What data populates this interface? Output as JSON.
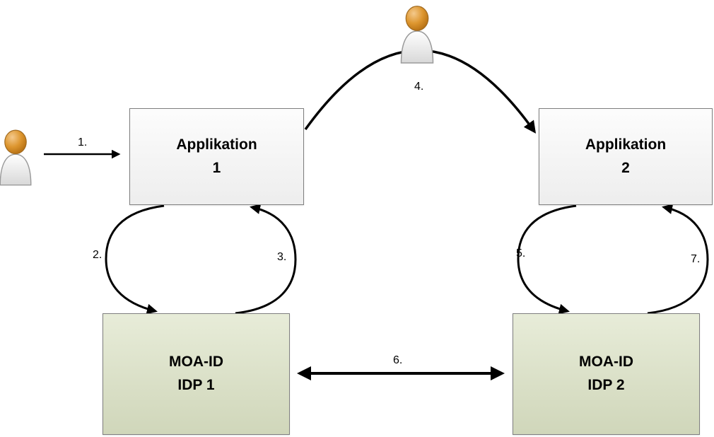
{
  "diagram": {
    "nodes": {
      "app1": {
        "line1": "Applikation",
        "line2": "1"
      },
      "app2": {
        "line1": "Applikation",
        "line2": "2"
      },
      "idp1": {
        "line1": "MOA-ID",
        "line2": "IDP 1"
      },
      "idp2": {
        "line1": "MOA-ID",
        "line2": "IDP 2"
      }
    },
    "steps": {
      "s1": "1.",
      "s2": "2.",
      "s3": "3.",
      "s4": "4.",
      "s5": "5.",
      "s6": "6.",
      "s7": "7."
    },
    "icons": {
      "user_left": "person-icon",
      "user_top": "person-icon"
    },
    "colors": {
      "app_box_fill": "#f5f5f5",
      "idp_box_fill": "#dbe2c4",
      "box_border": "#7f7f7f",
      "arrow_color": "#000000",
      "person_head": "#d98e2b",
      "person_body": "#f2f2f2"
    }
  }
}
